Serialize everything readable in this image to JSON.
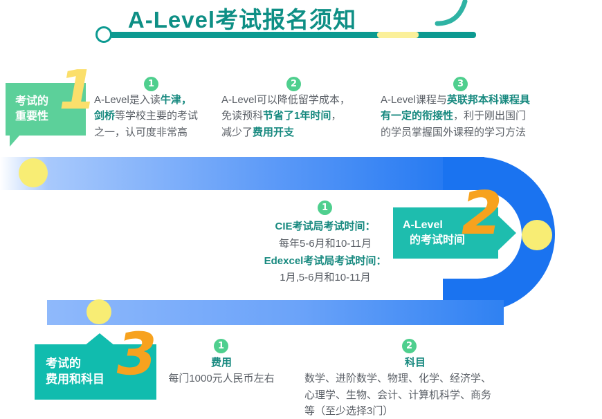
{
  "title": {
    "text": "A-Level考试报名须知"
  },
  "colors": {
    "teal_dark": "#0E8F85",
    "teal": "#11BCAE",
    "green": "#5CD09A",
    "badge_green": "#4FCF8E",
    "orange": "#F7A21E",
    "yellow": "#FBDF6B",
    "blue": "#1A73F0",
    "blue_light": "#7FB0FB",
    "body_text": "#5a5f66"
  },
  "sections": [
    {
      "number": "1",
      "label_line1": "考试的",
      "label_line2": "重要性",
      "items": [
        {
          "badge": "1",
          "parts": [
            {
              "t": "A-Level是入读",
              "b": false
            },
            {
              "t": "牛津，",
              "b": true
            },
            {
              "t": "\n",
              "b": false
            },
            {
              "t": "剑桥",
              "b": true
            },
            {
              "t": "等学校主要的考试",
              "b": false
            },
            {
              "t": "\n",
              "b": false
            },
            {
              "t": "之一，认可度非常高",
              "b": false
            }
          ]
        },
        {
          "badge": "2",
          "parts": [
            {
              "t": "A-Level可以降低留学成本，",
              "b": false
            },
            {
              "t": "\n",
              "b": false
            },
            {
              "t": "免读预科",
              "b": false
            },
            {
              "t": "节省了1年时间",
              "b": true
            },
            {
              "t": "，",
              "b": false
            },
            {
              "t": "\n",
              "b": false
            },
            {
              "t": "减少了",
              "b": false
            },
            {
              "t": "费用开支",
              "b": true
            }
          ]
        },
        {
          "badge": "3",
          "parts": [
            {
              "t": "A-Level课程与",
              "b": false
            },
            {
              "t": "英联邦本科课程具",
              "b": true
            },
            {
              "t": "\n",
              "b": false
            },
            {
              "t": "有一定的衔接性",
              "b": true
            },
            {
              "t": "，利于刚出国门",
              "b": false
            },
            {
              "t": "\n",
              "b": false
            },
            {
              "t": "的学员掌握国外课程的学习方法",
              "b": false
            }
          ]
        }
      ]
    },
    {
      "number": "2",
      "label_line1": "A-Level",
      "label_line2": "的考试时间",
      "items": [
        {
          "badge": "1",
          "lines": [
            {
              "text": "CIE考试局考试时间：",
              "strong": true
            },
            {
              "text": "每年5-6月和10-11月",
              "strong": false
            },
            {
              "text": "Edexcel考试局考试时间：",
              "strong": true
            },
            {
              "text": "1月,5-6月和10-11月",
              "strong": false
            }
          ]
        }
      ]
    },
    {
      "number": "3",
      "label_line1": "考试的",
      "label_line2": "费用和科目",
      "items": [
        {
          "badge": "1",
          "heading": "费用",
          "body": "每门1000元人民币左右"
        },
        {
          "badge": "2",
          "heading": "科目",
          "body_line1": "数学、进阶数学、物理、化学、经济学、",
          "body_line2": "心理学、生物、会计、计算机科学、商务",
          "body_line3": "等（至少选择3门）"
        }
      ]
    }
  ]
}
